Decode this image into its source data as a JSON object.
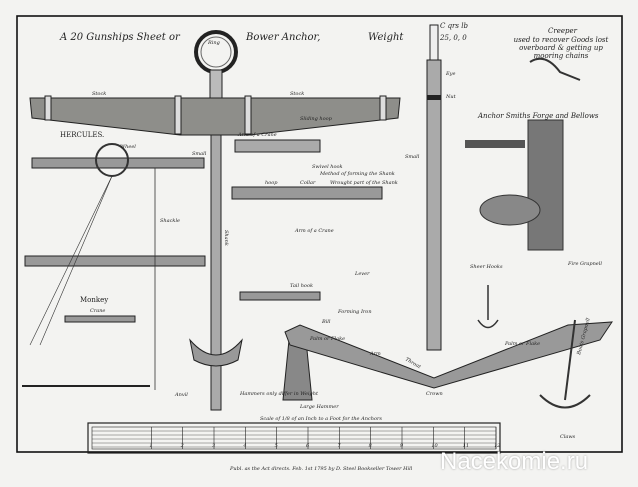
{
  "title": {
    "left": "A 20 Gunships Sheet or",
    "right": "Bower Anchor,",
    "weight_label": "Weight",
    "weight_units": "C  qrs  lb",
    "weight_value": "25, 0, 0"
  },
  "labels": {
    "ring": "Ring",
    "stock": "Stock",
    "stock2": "Stock",
    "small": "Small",
    "small2": "Small",
    "shank": "Shank",
    "nut": "Nut",
    "eye": "Eye",
    "hercules": "HERCULES.",
    "wheel": "Wheel",
    "anvil": "Anvil",
    "arm_crane": "Arm of a Crane",
    "sliding_hoop": "Sliding hoop",
    "swivel_hook": "Swivel hook",
    "method": "Method of forming the Shank",
    "hoop": "hoop",
    "collar": "Collar",
    "wrought": "Wrought part of the Shank",
    "monkey": "Monkey",
    "crane": "Crane",
    "shackle": "Shackle",
    "lever": "Lever",
    "tail_hook": "Tail hook",
    "forming_iron": "Forming Iron",
    "large_hammer": "Large Hammer",
    "hammers": "Hammers only differ in Weight",
    "scale_note": "Scale of 1/8 of an Inch to a Foot for the Anchors",
    "creeper": "Creeper",
    "creeper_note": "used to recover Goods lost overboard & getting up mooring chains",
    "forge": "Anchor Smiths Forge and Bellows",
    "sheer_hooks": "Sheer Hooks",
    "fire_grapnell": "Fire Grapnell",
    "boats_grapnell": "Boats Grapnell",
    "claws": "Claws",
    "palm": "Palm or Flake",
    "bill": "Bill",
    "arm": "Arm",
    "crown": "Crown",
    "throat": "Throat"
  },
  "scale": {
    "ticks": [
      "1",
      "2",
      "3",
      "4",
      "5",
      "6",
      "7",
      "8",
      "9",
      "10",
      "11",
      "12"
    ]
  },
  "footer": "Publ. as the Act directs. Feb. 1st 1795 by D. Steel Bookseller Tower Hill",
  "watermark": "Nacekomie.ru"
}
